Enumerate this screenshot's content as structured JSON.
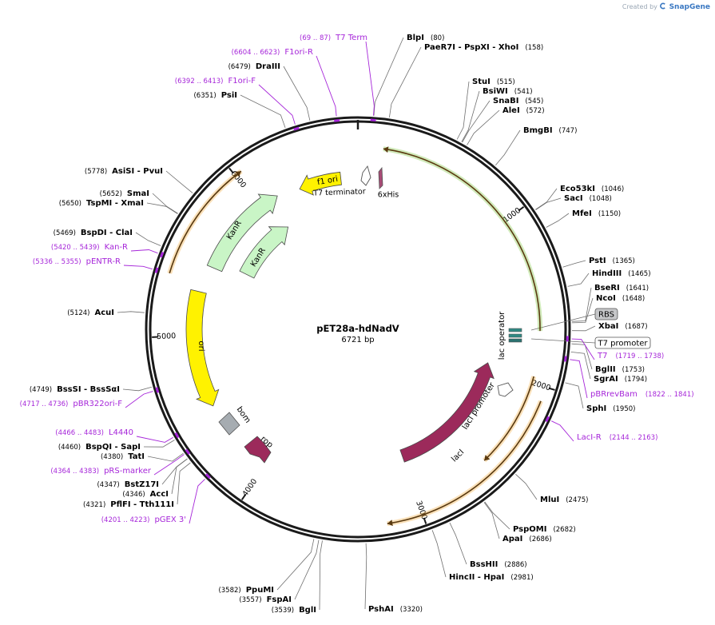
{
  "branding": {
    "prefix": "Created by",
    "app": "SnapGene"
  },
  "plasmid": {
    "name": "pET28a-hdNadV",
    "length_bp": 6721,
    "length_label": "6721 bp"
  },
  "scale": [
    {
      "bp": 1000,
      "label": "1000"
    },
    {
      "bp": 2000,
      "label": "2000"
    },
    {
      "bp": 3000,
      "label": "3000"
    },
    {
      "bp": 4000,
      "label": "4000"
    },
    {
      "bp": 5000,
      "label": "5000"
    },
    {
      "bp": 6000,
      "label": "6000"
    }
  ],
  "colors": {
    "backbone": "#1a1a1a",
    "enzyme_line": "#6f6f6f",
    "enzyme_name": "#000000",
    "primer": "#a626d9",
    "kanR": "#c9f5c6",
    "ori": "#fff200",
    "f1ori": "#fff200",
    "lacI": "#9c2a5b",
    "rop": "#9c2a5b",
    "lac_operator": "#2f8a84",
    "hisTag": "#a84b76",
    "orf_orange": "#f1a938",
    "orf_green": "#79c23a",
    "rbs": "#c6c7c9",
    "bom": "#a6acb1"
  },
  "enzymes": [
    {
      "name": "BlpI",
      "loc": "(80)"
    },
    {
      "name": "PaeR7I  - PspXI  - XhoI",
      "loc": "(158)"
    },
    {
      "name": "StuI",
      "loc": "(515)"
    },
    {
      "name": "BsiWI",
      "loc": "(541)"
    },
    {
      "name": "SnaBI",
      "loc": "(545)"
    },
    {
      "name": "AleI",
      "loc": "(572)"
    },
    {
      "name": "BmgBI",
      "loc": "(747)"
    },
    {
      "name": "Eco53kI",
      "loc": "(1046)"
    },
    {
      "name": "SacI",
      "loc": "(1048)"
    },
    {
      "name": "MfeI",
      "loc": "(1150)"
    },
    {
      "name": "PstI",
      "loc": "(1365)"
    },
    {
      "name": "HindIII",
      "loc": "(1465)"
    },
    {
      "name": "BseRI",
      "loc": "(1641)"
    },
    {
      "name": "NcoI",
      "loc": "(1648)"
    },
    {
      "name": "XbaI",
      "loc": "(1687)"
    },
    {
      "name": "BglII",
      "loc": "(1753)"
    },
    {
      "name": "SgrAI",
      "loc": "(1794)"
    },
    {
      "name": "SphI",
      "loc": "(1950)"
    },
    {
      "name": "MluI",
      "loc": "(2475)"
    },
    {
      "name": "PspOMI",
      "loc": "(2682)"
    },
    {
      "name": "ApaI",
      "loc": "(2686)"
    },
    {
      "name": "BssHII",
      "loc": "(2886)"
    },
    {
      "name": "HincII  - HpaI",
      "loc": "(2981)"
    },
    {
      "name": "PshAI",
      "loc": "(3320)"
    },
    {
      "name": "BglI",
      "loc": "(3539)"
    },
    {
      "name": "FspAI",
      "loc": "(3557)"
    },
    {
      "name": "PpuMI",
      "loc": "(3582)"
    },
    {
      "name": "PflFI  - Tth111I",
      "loc": "(4321)"
    },
    {
      "name": "AccI",
      "loc": "(4346)"
    },
    {
      "name": "BstZ17I",
      "loc": "(4347)"
    },
    {
      "name": "TatI",
      "loc": "(4380)"
    },
    {
      "name": "BspQI  - SapI",
      "loc": "(4460)"
    },
    {
      "name": "BssSI  - BssSαI",
      "loc": "(4749)"
    },
    {
      "name": "AcuI",
      "loc": "(5124)"
    },
    {
      "name": "BspDI  - ClaI",
      "loc": "(5469)"
    },
    {
      "name": "TspMI  - XmaI",
      "loc": "(5650)"
    },
    {
      "name": "SmaI",
      "loc": "(5652)"
    },
    {
      "name": "AsiSI  - PvuI",
      "loc": "(5778)"
    },
    {
      "name": "PsiI",
      "loc": "(6351)"
    },
    {
      "name": "DraIII",
      "loc": "(6479)"
    }
  ],
  "primers": [
    {
      "name": "T7 Term",
      "range": "(69 .. 87)"
    },
    {
      "name": "F1ori-R",
      "range": "(6604 .. 6623)"
    },
    {
      "name": "F1ori-F",
      "range": "(6392 .. 6413)"
    },
    {
      "name": "Kan-R",
      "range": "(5420 .. 5439)"
    },
    {
      "name": "pENTR-R",
      "range": "(5336 .. 5355)"
    },
    {
      "name": "pBR322ori-F",
      "range": "(4717 .. 4736)"
    },
    {
      "name": "L4440",
      "range": "(4466 .. 4483)"
    },
    {
      "name": "pRS-marker",
      "range": "(4364 .. 4383)"
    },
    {
      "name": "pGEX 3'",
      "range": "(4201 .. 4223)"
    },
    {
      "name": "T7",
      "range": "(1719 .. 1738)"
    },
    {
      "name": "pBRrevBam",
      "range": "(1822 .. 1841)"
    },
    {
      "name": "LacI-R",
      "range": "(2144 .. 2163)"
    }
  ],
  "boxed_features": [
    {
      "name": "RBS"
    },
    {
      "name": "T7 promoter"
    }
  ],
  "features": [
    {
      "name": "f1 ori"
    },
    {
      "name": "T7 terminator"
    },
    {
      "name": "6xHis"
    },
    {
      "name": "KanR"
    },
    {
      "name": "KanR"
    },
    {
      "name": "ori"
    },
    {
      "name": "bom"
    },
    {
      "name": "rop"
    },
    {
      "name": "lacI"
    },
    {
      "name": "lacI promoter"
    },
    {
      "name": "lac operator"
    }
  ]
}
